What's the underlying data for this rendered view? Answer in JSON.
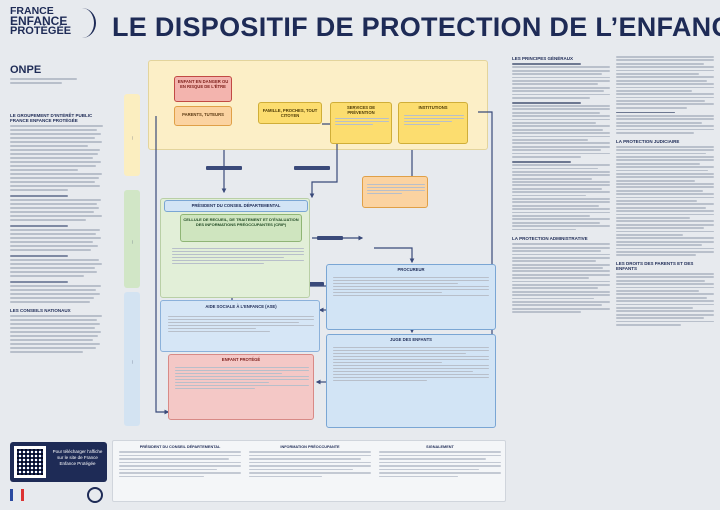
{
  "header": {
    "logo_line1": "FRANCE",
    "logo_line2": "ENFANCE",
    "logo_line3": "PROTÉGÉE",
    "title": "LE DISPOSITIF DE PROTECTION DE L’ENFANCE"
  },
  "onpe": {
    "name": "ONPE",
    "accent": "#e0a020"
  },
  "left_column": {
    "heading1": "LE GROUPEMENT D’INTÉRÊT PUBLIC FRANCE ENFANCE PROTÉGÉE",
    "heading2": "LES CONSEILS NATIONAUX"
  },
  "qr": {
    "text": "Pour télécharger l’affiche sur le site de France Enfance Protégée"
  },
  "diagram": {
    "boxes": {
      "enfant_danger": "ENFANT EN DANGER OU EN RISQUE DE L’ÊTRE",
      "parents": "PARENTS, TUTEURS",
      "famille": "FAMILLE, PROCHES, TOUT CITOYEN",
      "services": "SERVICES DE PRÉVENTION",
      "institutions": "INSTITUTIONS",
      "president": "PRÉSIDENT DU CONSEIL DÉPARTEMENTAL",
      "crip": "CELLULE DE RECUEIL, DE TRAITEMENT ET D’ÉVALUATION DES INFORMATIONS PRÉOCCUPANTES (CRIP)",
      "ase": "AIDE SOCIALE À L’ENFANCE (ASE)",
      "enfant_protege": "ENFANT PROTÉGÉ",
      "procureur": "PROCUREUR",
      "juge": "JUGE DES ENFANTS"
    }
  },
  "bottom_strip": {
    "col1": "PRÉSIDENT DU CONSEIL DÉPARTEMENTAL",
    "col2": "INFORMATION PRÉOCCUPANTE",
    "col3": "SIGNALEMENT"
  },
  "right_column": {
    "h1": "LES PRINCIPES GÉNÉRAUX",
    "h2": "LA PROTECTION JUDICIAIRE",
    "h3": "LA PROTECTION ADMINISTRATIVE",
    "h4": "LES DROITS DES PARENTS ET DES ENFANTS"
  },
  "colors": {
    "navy": "#1e2b56",
    "yellow_zone": "#fcefc7",
    "green_zone": "#e2efd8",
    "blue_zone": "#d6e6f6",
    "red_box": "#f3b4ae"
  }
}
